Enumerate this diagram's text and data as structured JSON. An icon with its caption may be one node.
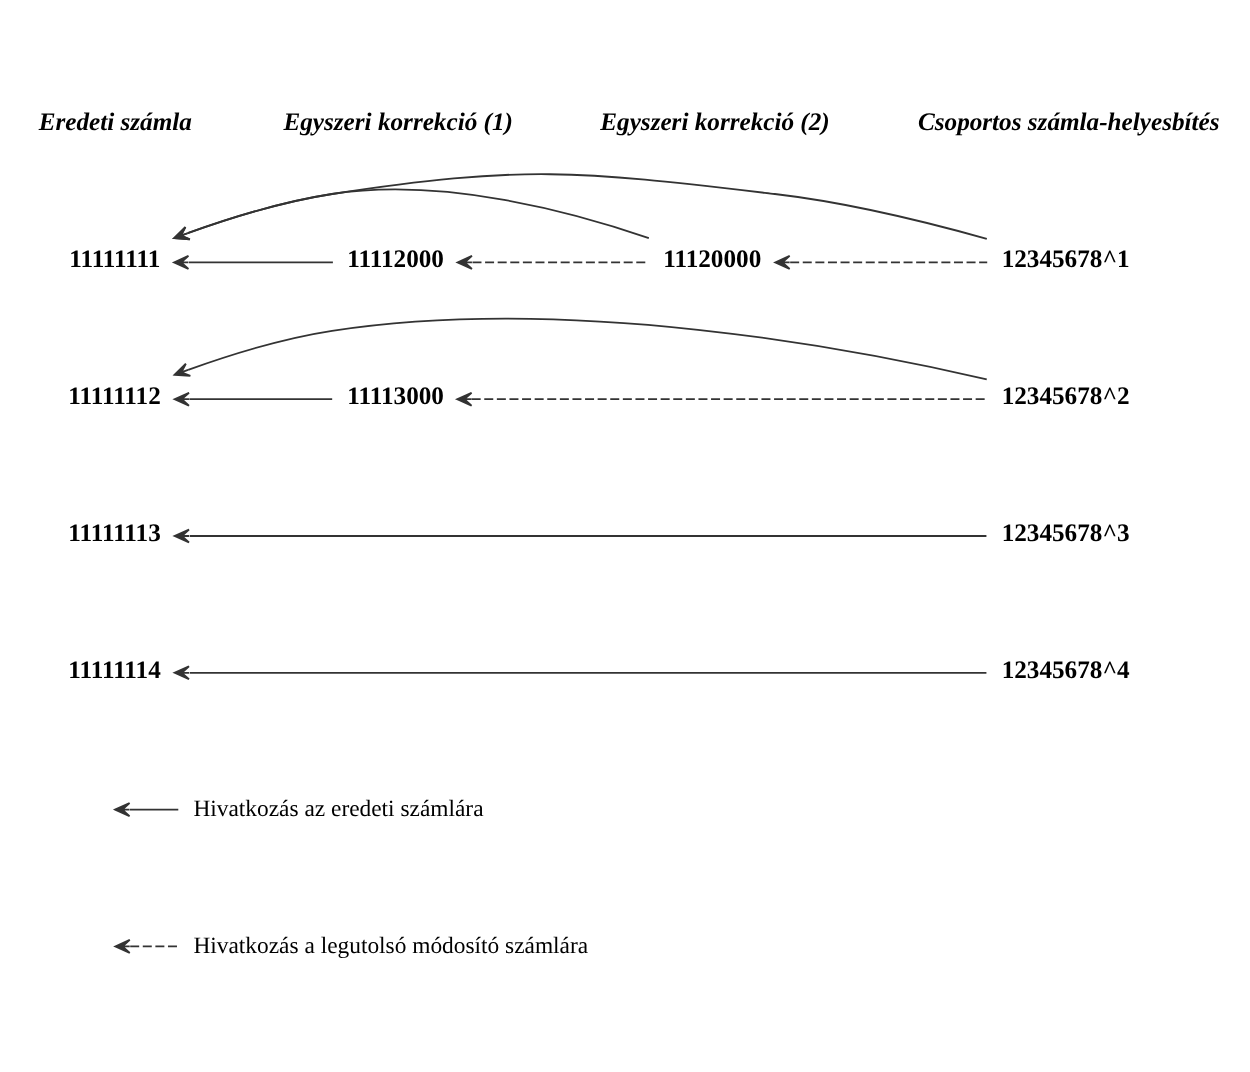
{
  "diagram": {
    "nodes": [
      {
        "text": [
          "11111111"
        ]
      },
      {
        "text": [
          "11112000"
        ]
      },
      {
        "text": [
          "11120000"
        ]
      },
      {
        "text": [
          "12345678^1"
        ]
      },
      {
        "text": [
          "11111112"
        ]
      },
      {
        "text": [
          "11113000"
        ]
      },
      {
        "text": [
          "12345678^2"
        ]
      },
      {
        "text": [
          "11111113"
        ]
      },
      {
        "text": [
          "12345678^3"
        ]
      },
      {
        "text": [
          "11111114"
        ]
      },
      {
        "text": [
          "12345678^4"
        ]
      }
    ],
    "edges": [
      {
        "from": 1,
        "to": 0,
        "arrow": "to"
      },
      {
        "from": 2,
        "to": 1,
        "arrow": "to",
        "style": "dashed"
      },
      {
        "from": 3,
        "to": 2,
        "arrow": "to",
        "style": "dashed"
      },
      {
        "from": 2,
        "to": 0,
        "arrow": "to"
      },
      {
        "from": 3,
        "to": 0,
        "arrow": "to"
      },
      {
        "from": 5,
        "to": 4,
        "arrow": "to"
      },
      {
        "from": 6,
        "to": 5,
        "arrow": "to",
        "style": "dashed"
      },
      {
        "from": 6,
        "to": 4,
        "arrow": "to"
      },
      {
        "from": 8,
        "to": 7,
        "arrow": "to"
      },
      {
        "from": 10,
        "to": 9,
        "arrow": "to"
      }
    ],
    "labels": [
      "Eredeti számla",
      "Egyszeri korrekció (1)",
      "Egyszeri korrekció (2)",
      "Csoportos számla-helyesbítés"
    ],
    "legend": [
      {
        "text": "Hivatkozás az eredeti számlára"
      },
      {
        "text": "Hivatkozás a legutolsó módosító számlára"
      }
    ]
  }
}
